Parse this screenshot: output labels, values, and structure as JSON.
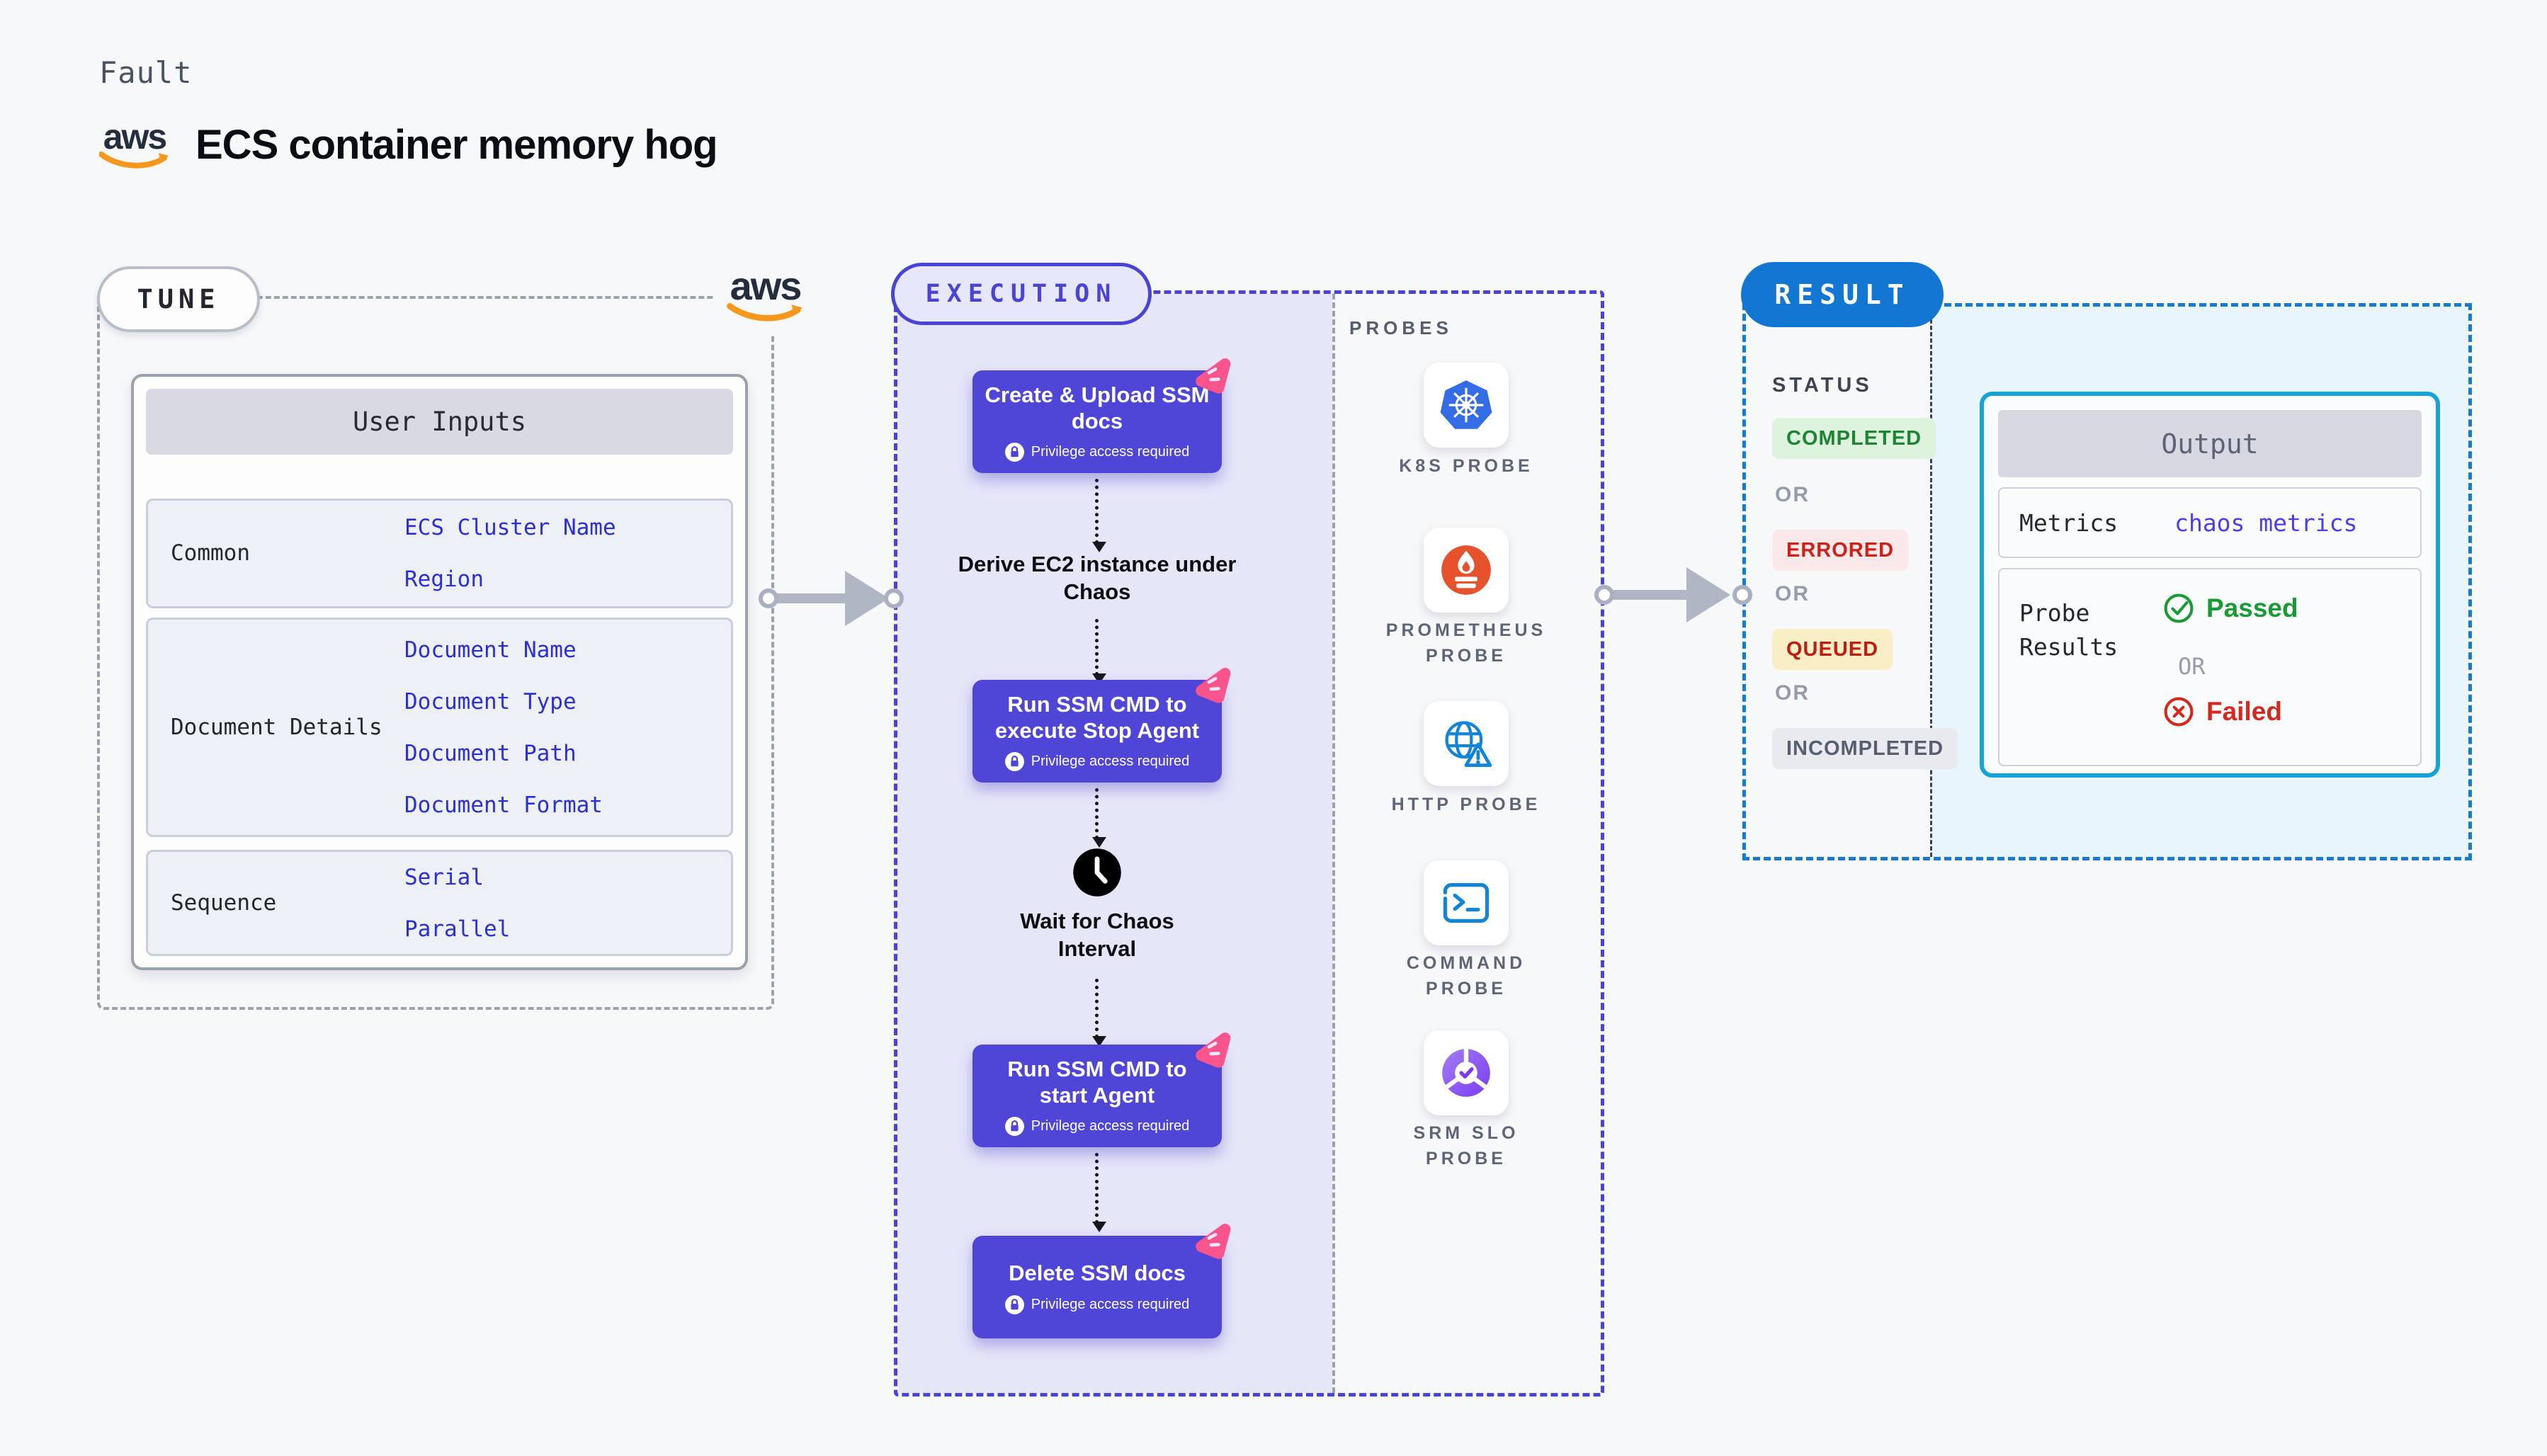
{
  "header": {
    "eyebrow": "Fault",
    "title": "ECS container memory hog",
    "brand": "aws"
  },
  "tune": {
    "label": "TUNE",
    "table": {
      "title": "User Inputs",
      "rows": [
        {
          "label": "Common",
          "values": [
            "ECS Cluster Name",
            "Region"
          ]
        },
        {
          "label": "Document Details",
          "values": [
            "Document Name",
            "Document Type",
            "Document Path",
            "Document Format"
          ]
        },
        {
          "label": "Sequence",
          "values": [
            "Serial",
            "Parallel"
          ]
        }
      ]
    }
  },
  "execution": {
    "label": "EXECUTION",
    "steps": {
      "step1": {
        "title": "Create & Upload SSM docs",
        "note": "Privilege access required"
      },
      "derive": "Derive EC2 instance under Chaos",
      "step2": {
        "title": "Run SSM CMD to execute Stop Agent",
        "note": "Privilege access required"
      },
      "wait": "Wait for Chaos Interval",
      "step3": {
        "title": "Run SSM CMD to start Agent",
        "note": "Privilege access required"
      },
      "step4": {
        "title": "Delete SSM docs",
        "note": "Privilege access required"
      }
    },
    "probes": {
      "title": "PROBES",
      "items": [
        {
          "label": "K8S PROBE",
          "icon": "kubernetes-icon"
        },
        {
          "label": "PROMETHEUS PROBE",
          "icon": "prometheus-icon"
        },
        {
          "label": "HTTP PROBE",
          "icon": "http-globe-icon"
        },
        {
          "label": "COMMAND PROBE",
          "icon": "terminal-icon"
        },
        {
          "label": "SRM SLO PROBE",
          "icon": "slo-donut-icon"
        }
      ]
    }
  },
  "result": {
    "label": "RESULT",
    "status": {
      "title": "STATUS",
      "separator": "OR",
      "items": [
        "COMPLETED",
        "ERRORED",
        "QUEUED",
        "INCOMPLETED"
      ]
    },
    "output": {
      "title": "Output",
      "metrics_label": "Metrics",
      "metrics_value": "chaos metrics",
      "probe_label": "Probe Results",
      "passed": "Passed",
      "or": "OR",
      "failed": "Failed"
    }
  },
  "colors": {
    "accent_indigo": "#4f46d8",
    "accent_pink": "#f9558c",
    "result_blue": "#1277d3",
    "output_cyan": "#16a4d8",
    "passed_green": "#189b33",
    "failed_red": "#d6281e",
    "aws_orange": "#f7981d"
  }
}
